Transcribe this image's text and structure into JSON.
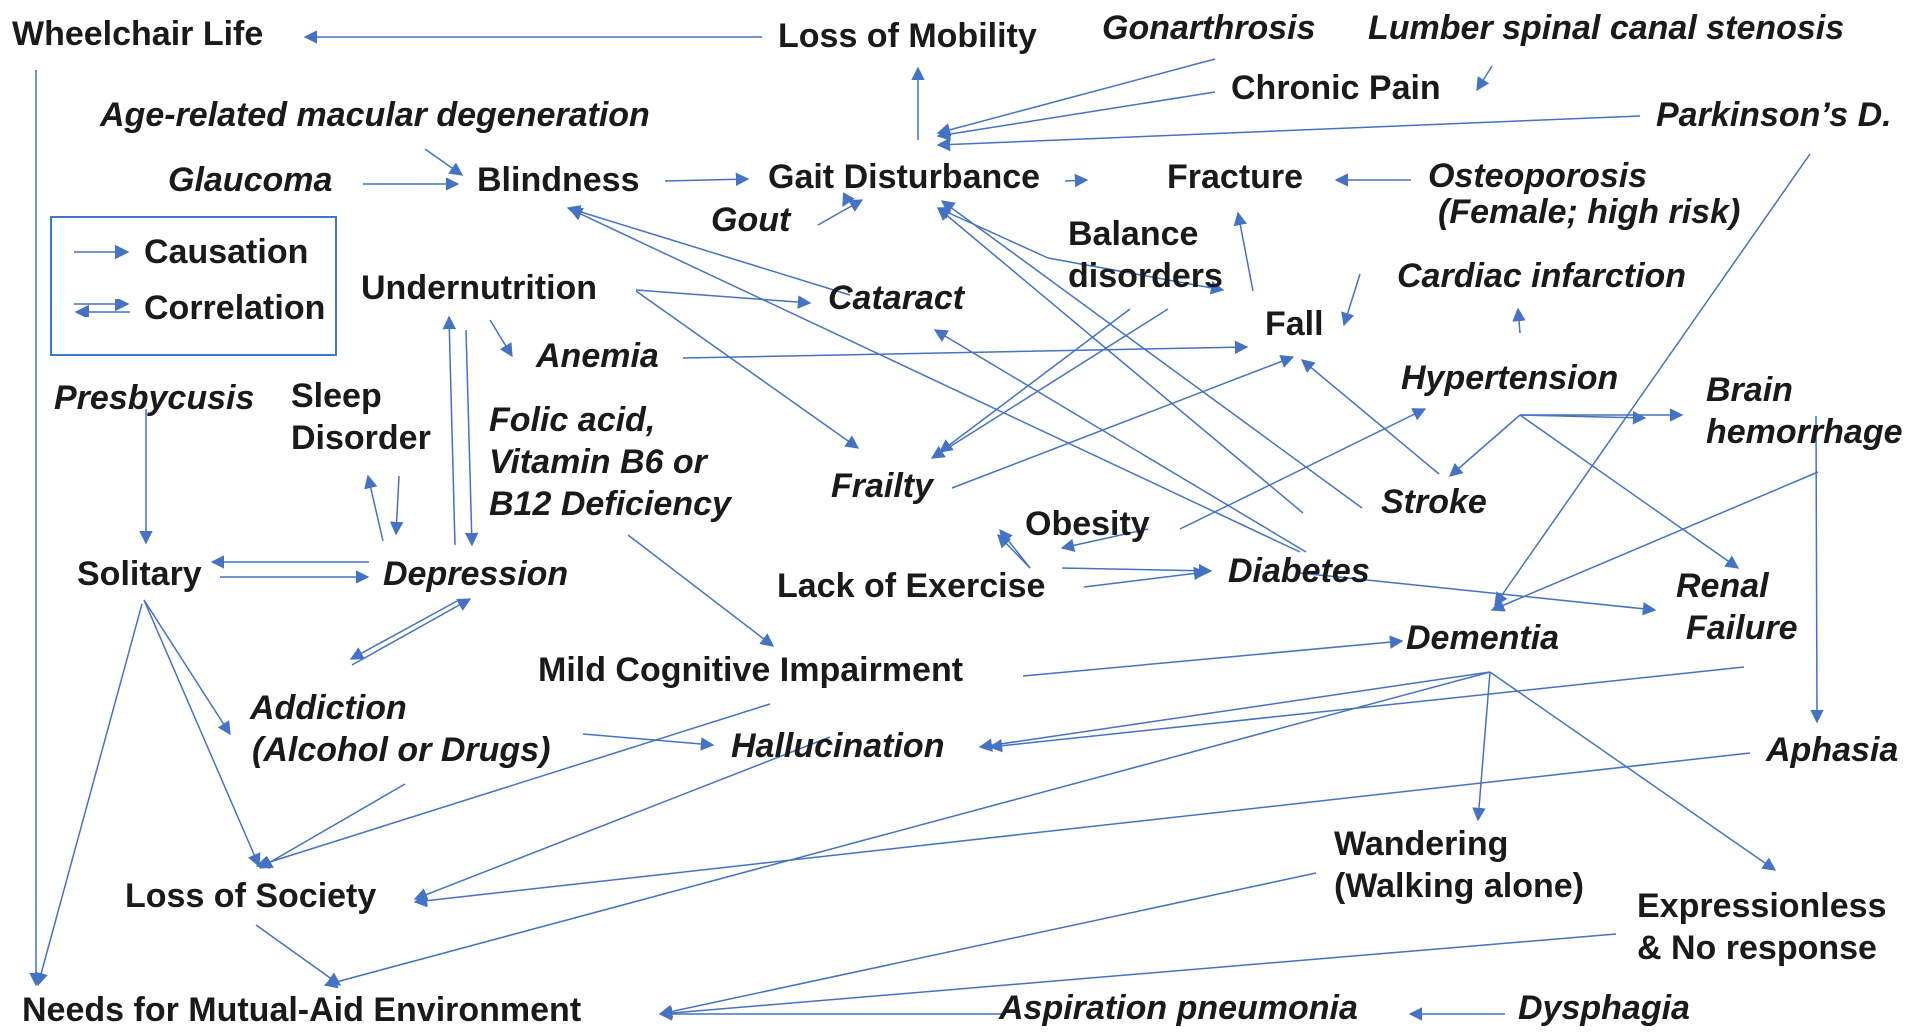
{
  "legend": {
    "causation": "Causation",
    "correlation": "Correlation"
  },
  "colors": {
    "edge": "#4472c4",
    "text": "#1a1a1a"
  },
  "nodes": {
    "wheelchair_life": "Wheelchair Life",
    "loss_of_mobility": "Loss of Mobility",
    "gonarthrosis": "Gonarthrosis",
    "lumber_stenosis": "Lumber spinal canal stenosis",
    "chronic_pain": "Chronic Pain",
    "amd": "Age-related macular degeneration",
    "parkinsons": "Parkinson’s D.",
    "glaucoma": "Glaucoma",
    "blindness": "Blindness",
    "gait_disturbance": "Gait Disturbance",
    "fracture": "Fracture",
    "osteoporosis": "Osteoporosis",
    "osteoporosis_note": "(Female; high risk)",
    "gout": "Gout",
    "balance_disorders_1": "Balance",
    "balance_disorders_2": "disorders",
    "cardiac_infarction": "Cardiac infarction",
    "undernutrition": "Undernutrition",
    "cataract": "Cataract",
    "fall": "Fall",
    "anemia": "Anemia",
    "hypertension": "Hypertension",
    "brain_hemorrhage_1": "Brain",
    "brain_hemorrhage_2": "hemorrhage",
    "presbycusis": "Presbycusis",
    "sleep_disorder_1": "Sleep",
    "sleep_disorder_2": "Disorder",
    "folic_1": "Folic acid,",
    "folic_2": "Vitamin B6 or",
    "folic_3": "B12 Deficiency",
    "frailty": "Frailty",
    "stroke": "Stroke",
    "obesity": "Obesity",
    "solitary": "Solitary",
    "depression": "Depression",
    "diabetes": "Diabetes",
    "renal_failure_1": "Renal",
    "renal_failure_2": "Failure",
    "lack_of_exercise": "Lack of Exercise",
    "dementia": "Dementia",
    "mci": "Mild Cognitive Impairment",
    "addiction_1": "Addiction",
    "addiction_2": "(Alcohol or Drugs)",
    "hallucination": "Hallucination",
    "aphasia": "Aphasia",
    "wandering_1": "Wandering",
    "wandering_2": "(Walking alone)",
    "loss_of_society": "Loss of Society",
    "expressionless_1": "Expressionless",
    "expressionless_2": "& No response",
    "needs_env": "Needs for Mutual-Aid Environment",
    "aspiration_pneumonia": "Aspiration pneumonia",
    "dysphagia": "Dysphagia"
  }
}
